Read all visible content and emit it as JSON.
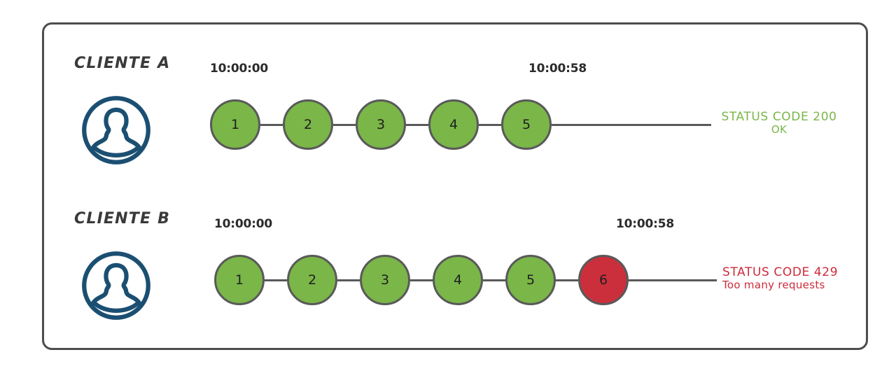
{
  "diagram": {
    "title_hidden": "",
    "frame": {
      "border_color": "#4d4d4d"
    },
    "colors": {
      "ok_green": "#7ab648",
      "error_red": "#cc2f3c",
      "avatar_navy": "#1b4f72",
      "stroke_gray": "#595959",
      "text_dark": "#2b2b2b"
    },
    "rows": [
      {
        "id": "client-a",
        "label": "CLIENTE A",
        "avatar_icon": "user-avatar-icon",
        "start_time": "10:00:00",
        "end_time": "10:00:58",
        "nodes": [
          {
            "n": "1",
            "state": "ok"
          },
          {
            "n": "2",
            "state": "ok"
          },
          {
            "n": "3",
            "state": "ok"
          },
          {
            "n": "4",
            "state": "ok"
          },
          {
            "n": "5",
            "state": "ok"
          }
        ],
        "status": {
          "line1": "STATUS CODE 200",
          "line2": "OK",
          "color": "#7ab648"
        }
      },
      {
        "id": "client-b",
        "label": "CLIENTE B",
        "avatar_icon": "user-avatar-icon",
        "start_time": "10:00:00",
        "end_time": "10:00:58",
        "nodes": [
          {
            "n": "1",
            "state": "ok"
          },
          {
            "n": "2",
            "state": "ok"
          },
          {
            "n": "3",
            "state": "ok"
          },
          {
            "n": "4",
            "state": "ok"
          },
          {
            "n": "5",
            "state": "ok"
          },
          {
            "n": "6",
            "state": "error"
          }
        ],
        "status": {
          "line1": "STATUS CODE 429",
          "line2": "Too many requests",
          "color": "#cc2b3a"
        }
      }
    ]
  }
}
